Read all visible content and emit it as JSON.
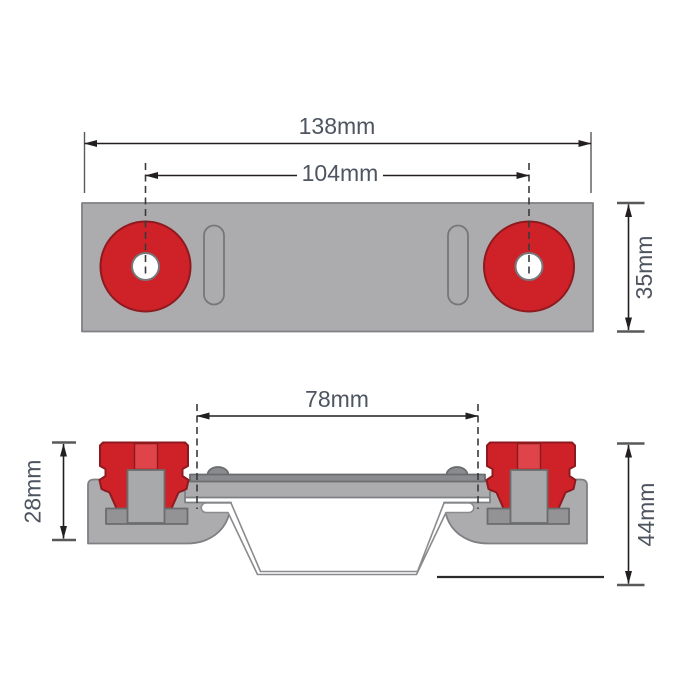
{
  "drawing": {
    "top_view": {
      "overall_width_label": "138mm",
      "hole_spacing_label": "104mm",
      "plate_height_label": "35mm"
    },
    "section_view": {
      "flange_width_label": "78mm",
      "mount_height_label": "28mm",
      "overall_height_label": "44mm"
    },
    "colors": {
      "mount_red": "#CE2228",
      "mount_red_light": "#DE444A",
      "mount_red_outline": "#8E1A1F",
      "metal_gray": "#ACACAE",
      "metal_gray_dark": "#8A8B8E",
      "washer_gray": "#939396",
      "stud_gray": "#A8A9AB",
      "sheet_white": "#FFFFFF",
      "dimension_line": "#231F20",
      "label_text": "#4E5560"
    }
  }
}
